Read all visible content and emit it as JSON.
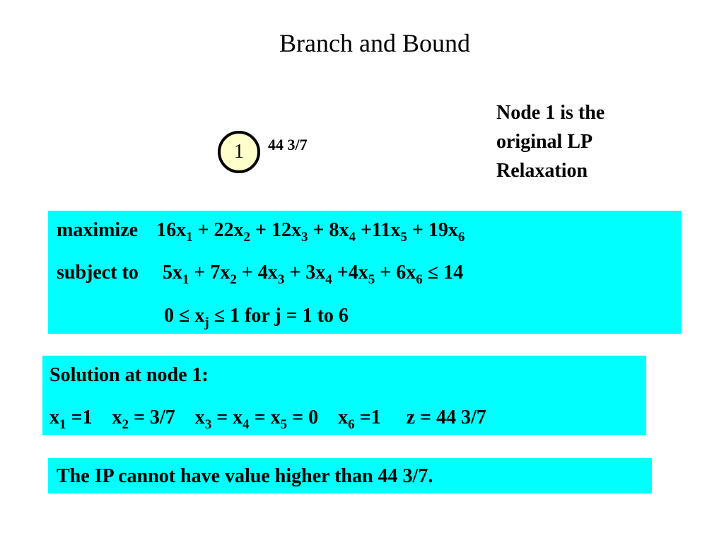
{
  "slide": {
    "title": "Branch and Bound",
    "node": {
      "label": "1",
      "value": "44 3/7",
      "fill_color": "#ffffcc"
    },
    "note_lines": [
      "Node 1 is the",
      "original LP",
      "Relaxation"
    ],
    "box_color": "#00ffff"
  },
  "lp": {
    "objective": {
      "keyword": "maximize",
      "terms": [
        {
          "pre": "16x",
          "sub": "1"
        },
        {
          "pre": " + 22x",
          "sub": "2"
        },
        {
          "pre": " + 12x",
          "sub": "3"
        },
        {
          "pre": " + 8x",
          "sub": "4"
        },
        {
          "pre": " +11x",
          "sub": "5"
        },
        {
          "pre": " + 19x",
          "sub": "6"
        }
      ]
    },
    "constraint": {
      "keyword": "subject to",
      "terms": [
        {
          "pre": "5x",
          "sub": "1"
        },
        {
          "pre": " + 7x",
          "sub": "2"
        },
        {
          "pre": " + 4x",
          "sub": "3"
        },
        {
          "pre": " + 3x",
          "sub": "4"
        },
        {
          "pre": " +4x",
          "sub": "5"
        },
        {
          "pre": " + 6x",
          "sub": "6"
        }
      ],
      "tail": " ≤ 14"
    },
    "bounds": {
      "pre": "0 ≤ x",
      "sub": "j",
      "post": " ≤ 1  for j = 1 to 6"
    }
  },
  "solution": {
    "heading": "Solution at node 1:",
    "x1": {
      "pre": "x",
      "sub": "1",
      "post": " =1"
    },
    "x2": {
      "pre": "x",
      "sub": "2",
      "post": " = 3/7"
    },
    "x345": {
      "a": "x",
      "sa": "3",
      "b": " = x",
      "sb": "4",
      "c": " = x",
      "sc": "5",
      "d": " = 0"
    },
    "x6": {
      "pre": "x",
      "sub": "6",
      "post": " =1"
    },
    "z": "z = 44 3/7"
  },
  "conclusion": "The IP cannot have value higher than 44 3/7."
}
